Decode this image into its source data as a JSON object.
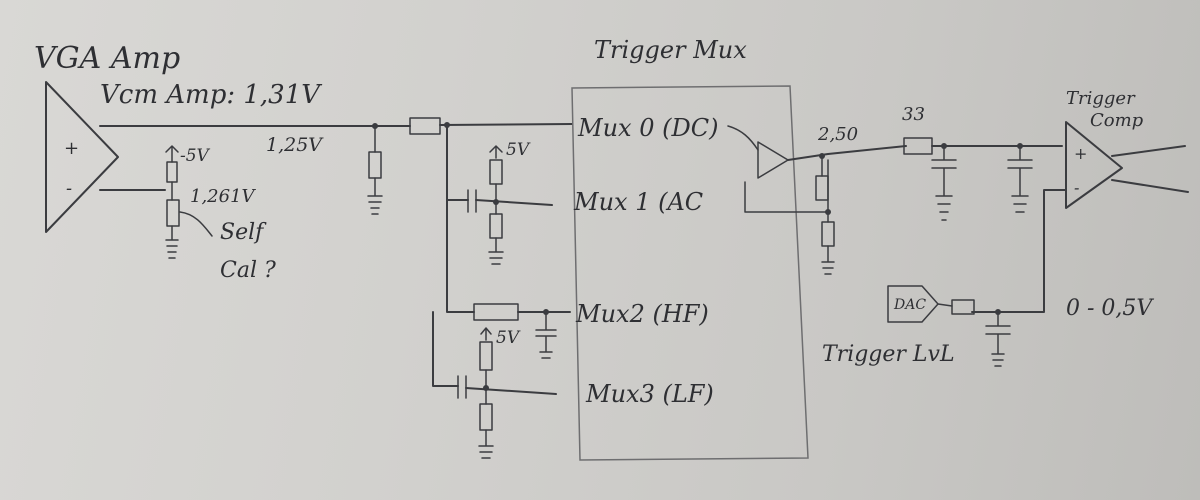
{
  "labels": {
    "vga_amp": "VGA Amp",
    "vcm_amp": "Vcm Amp: 1,31V",
    "minus5v": "-5V",
    "v125": "1,25V",
    "v1261": "1,261V",
    "self_cal_1": "Self",
    "self_cal_2": "Cal ?",
    "plus5v_a": "5V",
    "plus5v_b": "5V",
    "trigger_mux": "Trigger Mux",
    "mux0": "Mux 0  (DC)",
    "mux1": "Mux 1  (AC",
    "mux2": "Mux2  (HF)",
    "mux3": "Mux3  (LF)",
    "v250": "2,50",
    "r33": "33",
    "trigger_comp_1": "Trigger",
    "trigger_comp_2": "Comp",
    "dac": "DAC",
    "trigger_lvl": "Trigger LvL",
    "range": "0 - 0,5V",
    "plus": "+",
    "minus": "-"
  }
}
